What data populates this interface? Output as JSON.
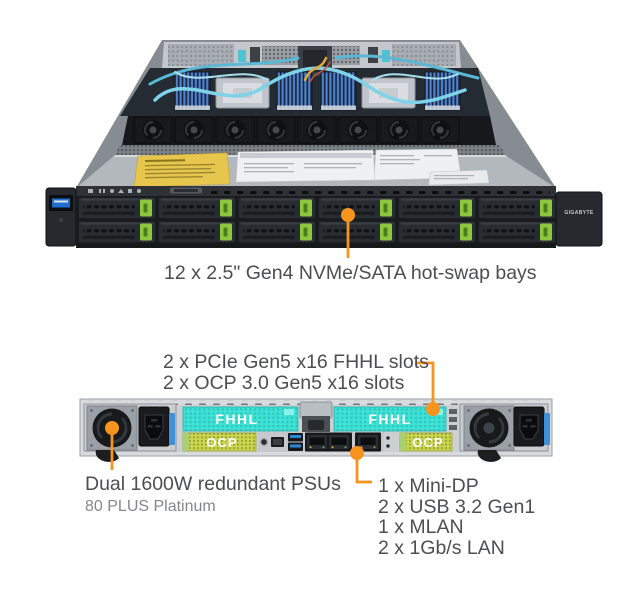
{
  "accent_color": "#f7941d",
  "front_unit": {
    "bays_callout_label": "12 x 2.5\" Gen4 NVMe/SATA hot-swap bays",
    "brand_badge": "GIGABYTE"
  },
  "rear_unit": {
    "slots_callout": {
      "line1": "2 x PCIe Gen5 x16 FHHL slots",
      "line2": "2 x OCP 3.0 Gen5 x16 slots"
    },
    "psu_callout": {
      "line1": "Dual 1600W redundant PSUs",
      "line2": "80 PLUS Platinum"
    },
    "io_callout": {
      "items": [
        "1 x Mini-DP",
        "2 x USB 3.2 Gen1",
        "1 x MLAN",
        "2 x 1Gb/s LAN"
      ]
    },
    "panel_labels": {
      "fhhl_left": "FHHL",
      "fhhl_right": "FHHL",
      "ocp_left": "OCP",
      "ocp_right": "OCP"
    }
  }
}
